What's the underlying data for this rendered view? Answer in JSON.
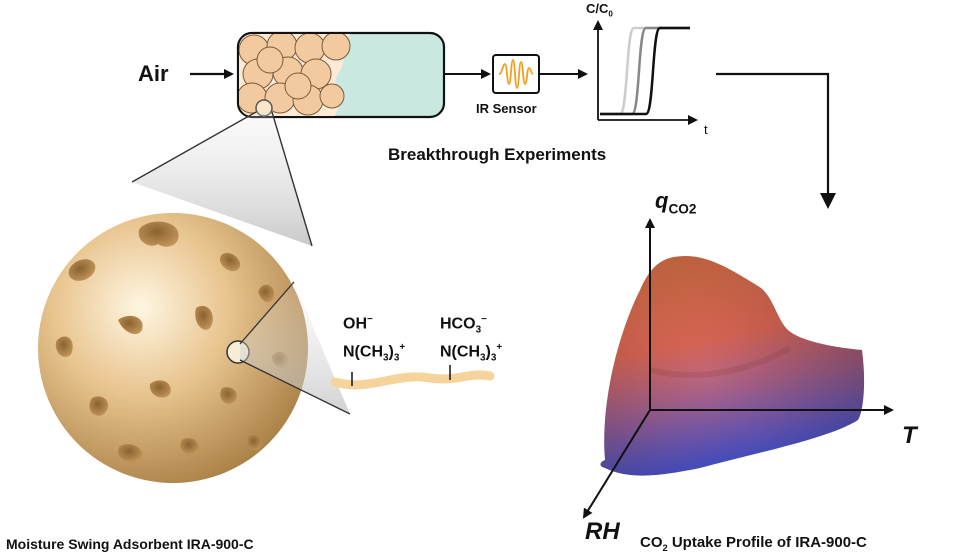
{
  "labels": {
    "air": "Air",
    "ir_sensor": "IR Sensor",
    "breakthrough": "Breakthrough Experiments",
    "bt_y": "C/C",
    "bt_y_sub": "0",
    "bt_x": "t",
    "q": "q",
    "q_sub": "CO2",
    "T": "T",
    "RH": "RH",
    "oh": "OH",
    "oh_sup": "−",
    "hco": "HCO",
    "hco_sub": "3",
    "hco_sup": "−",
    "amine": "N(CH",
    "amine_sub": "3",
    "amine_tail": ")",
    "amine_sub2": "3",
    "amine_sup": "+",
    "bottom_left": "Moisture Swing Adsorbent IRA-900-C",
    "co2_prefix": "CO",
    "co2_sub": "2",
    "bottom_right_rest": " Uptake Profile of IRA-900-C"
  },
  "colors": {
    "bead": "#f3c99f",
    "column_empty": "#c8e8e0",
    "sphere_light": "#fff4dc",
    "sphere_dark": "#b58a4a",
    "chain": "#f6d39a",
    "surface_top": "#f07a4e",
    "surface_bottom": "#5a5de0",
    "sensor_wave": "#f0a020"
  },
  "curves": [
    {
      "name": "curve-light",
      "color": "#cccccc"
    },
    {
      "name": "curve-mid",
      "color": "#888888"
    },
    {
      "name": "curve-dark",
      "color": "#111111"
    }
  ]
}
